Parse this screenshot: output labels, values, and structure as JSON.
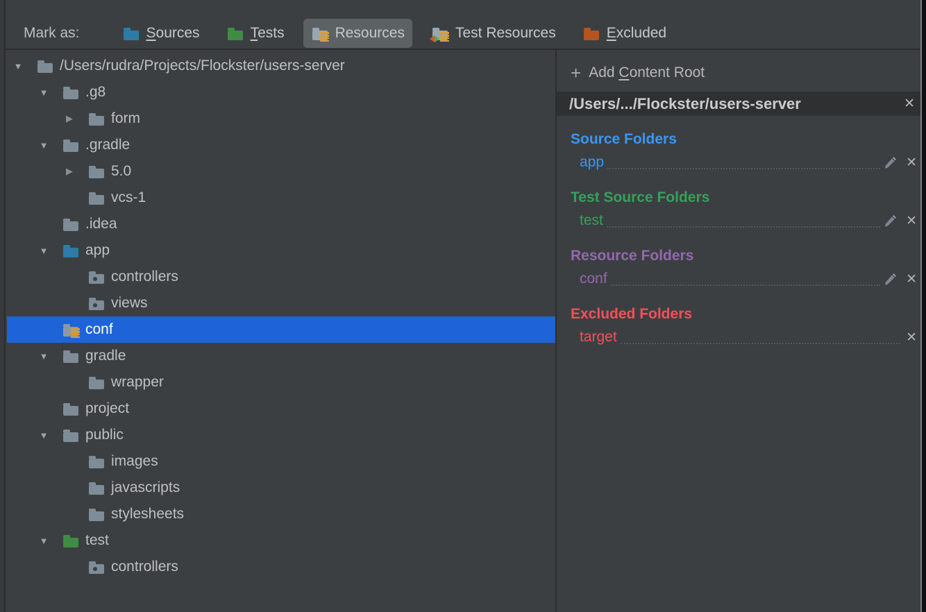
{
  "toolbar": {
    "label": "Mark as:",
    "buttons": [
      {
        "label": "Sources",
        "mnemonic": "S",
        "icon": "source-folder",
        "selected": false
      },
      {
        "label": "Tests",
        "mnemonic": "T",
        "icon": "test-folder",
        "selected": false
      },
      {
        "label": "Resources",
        "mnemonic": "",
        "icon": "resource-folder",
        "selected": true
      },
      {
        "label": "Test Resources",
        "mnemonic": "",
        "icon": "test-resource-folder",
        "selected": false
      },
      {
        "label": "Excluded",
        "mnemonic": "E",
        "icon": "excluded-folder",
        "selected": false
      }
    ]
  },
  "tree": {
    "items": [
      {
        "label": "/Users/rudra/Projects/Flockster/users-server",
        "level": 0,
        "state": "expanded",
        "icon": "folder",
        "selected": false
      },
      {
        "label": ".g8",
        "level": 1,
        "state": "expanded",
        "icon": "folder",
        "selected": false
      },
      {
        "label": "form",
        "level": 2,
        "state": "collapsed",
        "icon": "folder",
        "selected": false
      },
      {
        "label": ".gradle",
        "level": 1,
        "state": "expanded",
        "icon": "folder",
        "selected": false
      },
      {
        "label": "5.0",
        "level": 2,
        "state": "collapsed",
        "icon": "folder",
        "selected": false
      },
      {
        "label": "vcs-1",
        "level": 2,
        "state": "leaf",
        "icon": "folder",
        "selected": false
      },
      {
        "label": ".idea",
        "level": 1,
        "state": "leaf",
        "icon": "folder",
        "selected": false
      },
      {
        "label": "app",
        "level": 1,
        "state": "expanded",
        "icon": "source-folder",
        "selected": false
      },
      {
        "label": "controllers",
        "level": 2,
        "state": "leaf",
        "icon": "package",
        "selected": false
      },
      {
        "label": "views",
        "level": 2,
        "state": "leaf",
        "icon": "package",
        "selected": false
      },
      {
        "label": "conf",
        "level": 1,
        "state": "leaf",
        "icon": "resource-folder",
        "selected": true
      },
      {
        "label": "gradle",
        "level": 1,
        "state": "expanded",
        "icon": "folder",
        "selected": false
      },
      {
        "label": "wrapper",
        "level": 2,
        "state": "leaf",
        "icon": "folder",
        "selected": false
      },
      {
        "label": "project",
        "level": 1,
        "state": "leaf",
        "icon": "folder",
        "selected": false
      },
      {
        "label": "public",
        "level": 1,
        "state": "expanded",
        "icon": "folder",
        "selected": false
      },
      {
        "label": "images",
        "level": 2,
        "state": "leaf",
        "icon": "folder",
        "selected": false
      },
      {
        "label": "javascripts",
        "level": 2,
        "state": "leaf",
        "icon": "folder",
        "selected": false
      },
      {
        "label": "stylesheets",
        "level": 2,
        "state": "leaf",
        "icon": "folder",
        "selected": false
      },
      {
        "label": "test",
        "level": 1,
        "state": "expanded",
        "icon": "test-folder",
        "selected": false
      },
      {
        "label": "controllers",
        "level": 2,
        "state": "leaf",
        "icon": "package",
        "selected": false
      }
    ]
  },
  "panel": {
    "add_label": "Add Content Root",
    "add_mnemonic": "C",
    "plus_glyph": "+",
    "close_glyph": "✕",
    "content_root_path": "/Users/.../Flockster/users-server",
    "sections": [
      {
        "title": "Source Folders",
        "color": "#3A96F6",
        "items": [
          {
            "name": "app",
            "editable": true
          }
        ]
      },
      {
        "title": "Test Source Folders",
        "color": "#36A05D",
        "items": [
          {
            "name": "test",
            "editable": true
          }
        ]
      },
      {
        "title": "Resource Folders",
        "color": "#9368B0",
        "items": [
          {
            "name": "conf",
            "editable": true
          }
        ]
      },
      {
        "title": "Excluded Folders",
        "color": "#FB4E5A",
        "items": [
          {
            "name": "target",
            "editable": false
          }
        ]
      }
    ]
  },
  "colors": {
    "background": "#3C3F41",
    "selection_blue": "#1E63D8",
    "toolbar_selected_bg": "#5C6164",
    "folder_grey": "#7E8C97",
    "folder_light_grey": "#9AA7B0",
    "folder_source_teal": "#2E7CA6",
    "folder_test_green": "#3F8D44",
    "folder_excluded_rust": "#B5541E",
    "resource_bars_orange": "#DF9C30"
  }
}
